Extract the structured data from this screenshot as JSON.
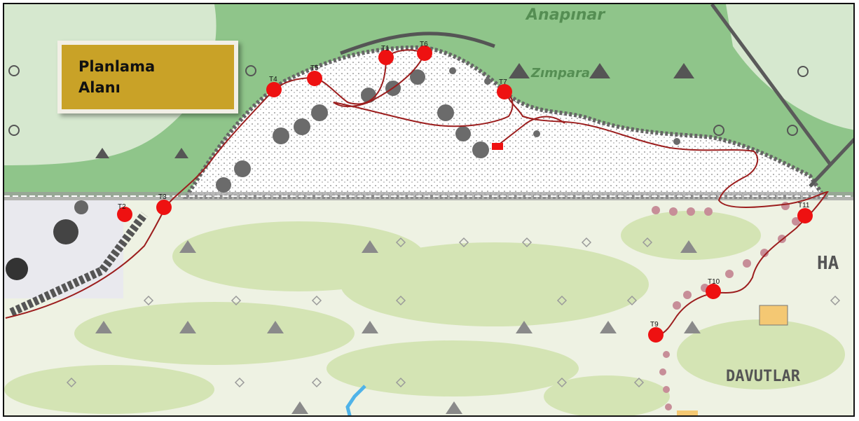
{
  "legend": {
    "line1": "Planlama",
    "line2": "Alanı"
  },
  "map_labels": {
    "top_village": "Anapınar",
    "top_village_2": "Zımpara",
    "right_label": "HA",
    "bottom_right_label": "DAVUTLAR"
  },
  "points": [
    {
      "id": "T1",
      "label": "T1"
    },
    {
      "id": "T2",
      "label": "T2"
    },
    {
      "id": "T3",
      "label": "T3"
    },
    {
      "id": "T4",
      "label": "T4"
    },
    {
      "id": "T5",
      "label": "T5"
    },
    {
      "id": "T6",
      "label": "T6"
    },
    {
      "id": "T7",
      "label": "T7"
    },
    {
      "id": "T9",
      "label": "T9"
    },
    {
      "id": "T10",
      "label": "T10"
    },
    {
      "id": "T11",
      "label": "T11"
    }
  ],
  "colors": {
    "forest": "#8fc58a",
    "light_green": "#d4e4b4",
    "boundary": "#8b1a1a",
    "marker": "#ee1111",
    "legend_bg": "#c9a227"
  }
}
